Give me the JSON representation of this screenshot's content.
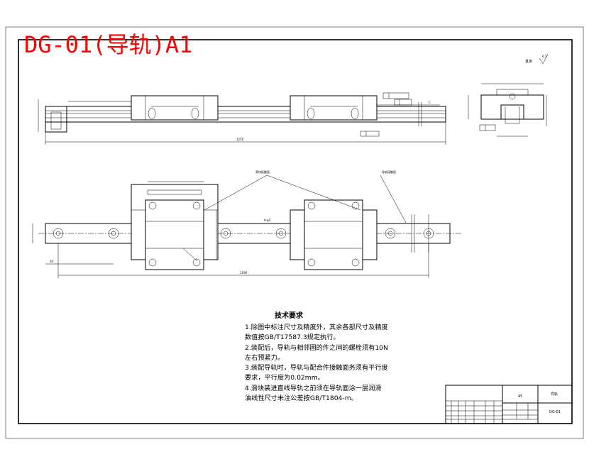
{
  "drawing": {
    "title": "DG-01(导轨)A1",
    "surface_finish_label": "其余",
    "surface_finish_value": "6.3",
    "callouts": {
      "slider_face": "滑块接触面",
      "rail_face": "导轨接触面",
      "hole_label": "9-φ5"
    },
    "technical_requirements": {
      "heading": "技术要求",
      "lines": [
        "1.除图中标注尺寸及精度外，其余各部尺寸及精度",
        "   数值按GB/T17587.3规定执行。",
        "2.装配后，导轨与相邻固的件之间的螺栓须有10N",
        "   左右预紧力。",
        "3.装配导轨时，导轨与配合件接触面务须有平行度",
        "   要求，平行度为0.02mm。",
        "4.滑块装进直线导轨之前须在导轨面涂一层润滑",
        "油线性尺寸未注公差按GB/T1804-m。"
      ]
    },
    "title_block": {
      "part_name": "导轨",
      "material": "45",
      "drawing_no": "DG-01"
    }
  }
}
